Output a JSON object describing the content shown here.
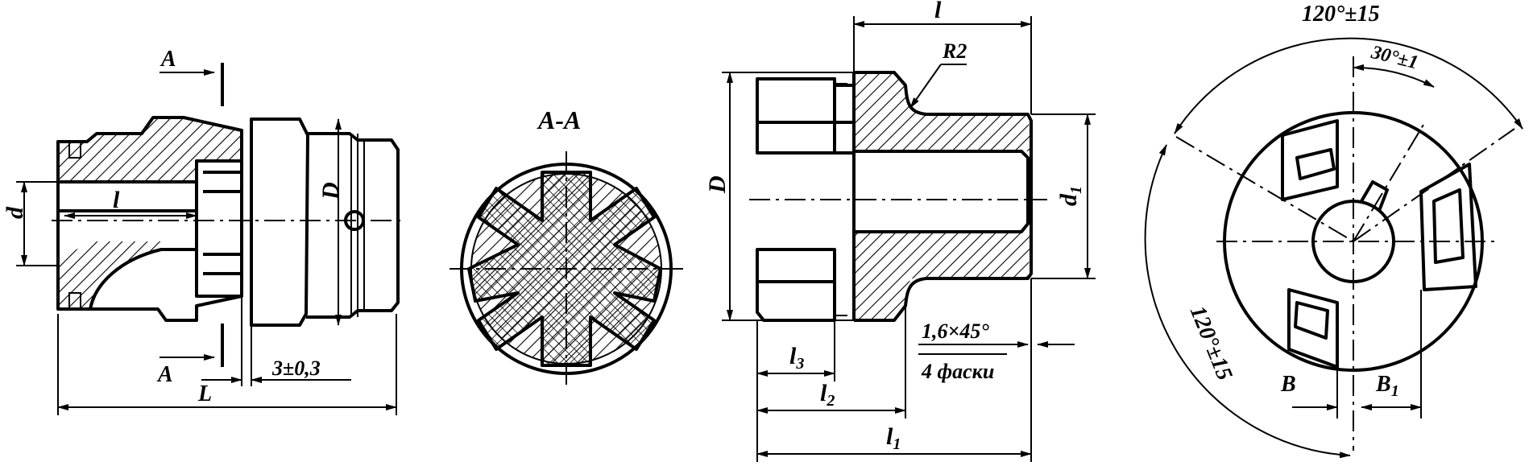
{
  "labels": {
    "section_top_letter": "A",
    "section_bottom_letter": "A",
    "section_title": "A-A",
    "left_l": "l",
    "left_d": "d",
    "left_D": "D",
    "left_L": "L",
    "left_tolerance": "3±0,3",
    "mid_l": "l",
    "mid_R": "R2",
    "mid_D": "D",
    "mid_d1": "d",
    "mid_d1_sub": "1",
    "mid_l3": "l",
    "mid_l3_sub": "3",
    "mid_l2": "l",
    "mid_l2_sub": "2",
    "mid_l1": "l",
    "mid_l1_sub": "1",
    "mid_chamfer": "1,6×45°",
    "mid_chamfer_note": "4 фаски",
    "right_angle_top": "120°±15",
    "right_angle_small": "30°±1",
    "right_angle_left": "120°±15",
    "right_B": "B",
    "right_B1": "B",
    "right_B1_sub": "1"
  },
  "colors": {
    "ink": "#000000",
    "paper": "#ffffff"
  }
}
